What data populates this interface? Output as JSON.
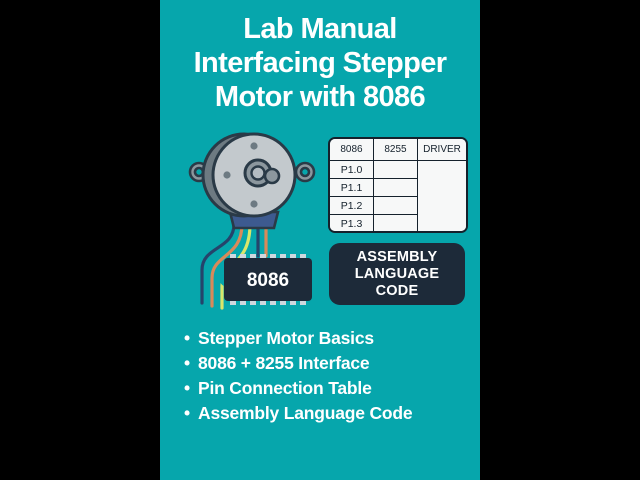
{
  "poster": {
    "background_color": "#06a6ac",
    "letterbox_color": "#000000",
    "title_lines": [
      "Lab Manual",
      "Interfacing Stepper",
      "Motor with 8086"
    ],
    "chip_label": "8086",
    "pin_table": {
      "headers": [
        "8086",
        "8255",
        "DRIVER"
      ],
      "rows": [
        {
          "pin": "P1.0",
          "p8255": "",
          "driver": ""
        },
        {
          "pin": "P1.1",
          "p8255": "",
          "driver": ""
        },
        {
          "pin": "P1.2",
          "p8255": "",
          "driver": ""
        },
        {
          "pin": "P1.3",
          "p8255": "",
          "driver": ""
        }
      ]
    },
    "assembly_badge": {
      "lines": [
        "ASSEMBLY",
        "LANGUAGE",
        "CODE"
      ],
      "background_color": "#1d2a39",
      "text_color": "#ffffff"
    },
    "bullets": [
      "Stepper Motor Basics",
      "8086 + 8255 Interface",
      "Pin Connection Table",
      "Assembly Language Code"
    ],
    "bullet_marker": "•",
    "motor_colors": {
      "body_light": "#c3c9cd",
      "body_dark": "#6d7a82",
      "outline": "#2a3a47",
      "base_blue": "#3d5a8f",
      "wire_navy": "#25446b",
      "wire_orange": "#d98a5a",
      "wire_yellow": "#d9e66a",
      "chip_body": "#1d2a39",
      "chip_pin": "#cfd8de"
    }
  }
}
